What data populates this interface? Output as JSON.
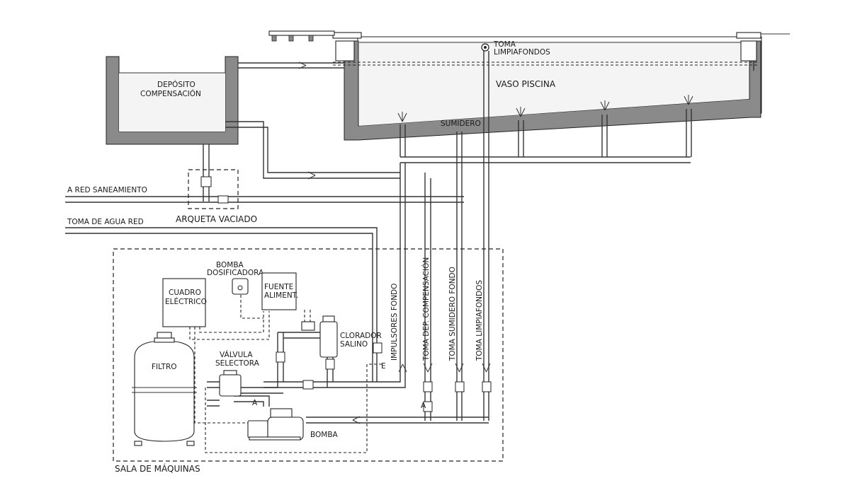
{
  "labels": {
    "deposito_line1": "DEPÓSITO",
    "deposito_line2": "COMPENSACIÓN",
    "toma_limpiafondos_line1": "TOMA",
    "toma_limpiafondos_line2": "LIMPIAFONDOS",
    "vaso_piscina": "VASO PISCINA",
    "sumidero": "SUMIDERO",
    "a_red_saneamiento": "A RED SANEAMIENTO",
    "arqueta_vaciado": "ARQUETA VACIADO",
    "toma_agua_red": "TOMA DE AGUA RED",
    "bomba_dosificadora_line1": "BOMBA",
    "bomba_dosificadora_line2": "DOSIFICADORA",
    "fuente_aliment_line1": "FUENTE",
    "fuente_aliment_line2": "ALIMENT.",
    "cuadro_electrico_line1": "CUADRO",
    "cuadro_electrico_line2": "ELÉCTRICO",
    "clorador_salino_line1": "CLORADOR",
    "clorador_salino_line2": "SALINO",
    "valvula_selectora_line1": "VÁLVULA",
    "valvula_selectora_line2": "SELECTORA",
    "filtro": "FILTRO",
    "bomba": "BOMBA",
    "sala_maquinas": "SALA DE MÁQUINAS",
    "impulsores_fondo": "IMPULSORES FONDO",
    "toma_dep_compensacion": "TOMA DEP. COMPENSACIÓN",
    "toma_sumidero_fondo": "TOMA SUMIDERO FONDO",
    "toma_limpiafondos_v": "TOMA LIMPIAFONDOS",
    "marker_a": "A",
    "marker_e": "E"
  },
  "colors": {
    "line": "#333333",
    "concrete": "#8a8a8a",
    "water": "#f4f4f4"
  }
}
